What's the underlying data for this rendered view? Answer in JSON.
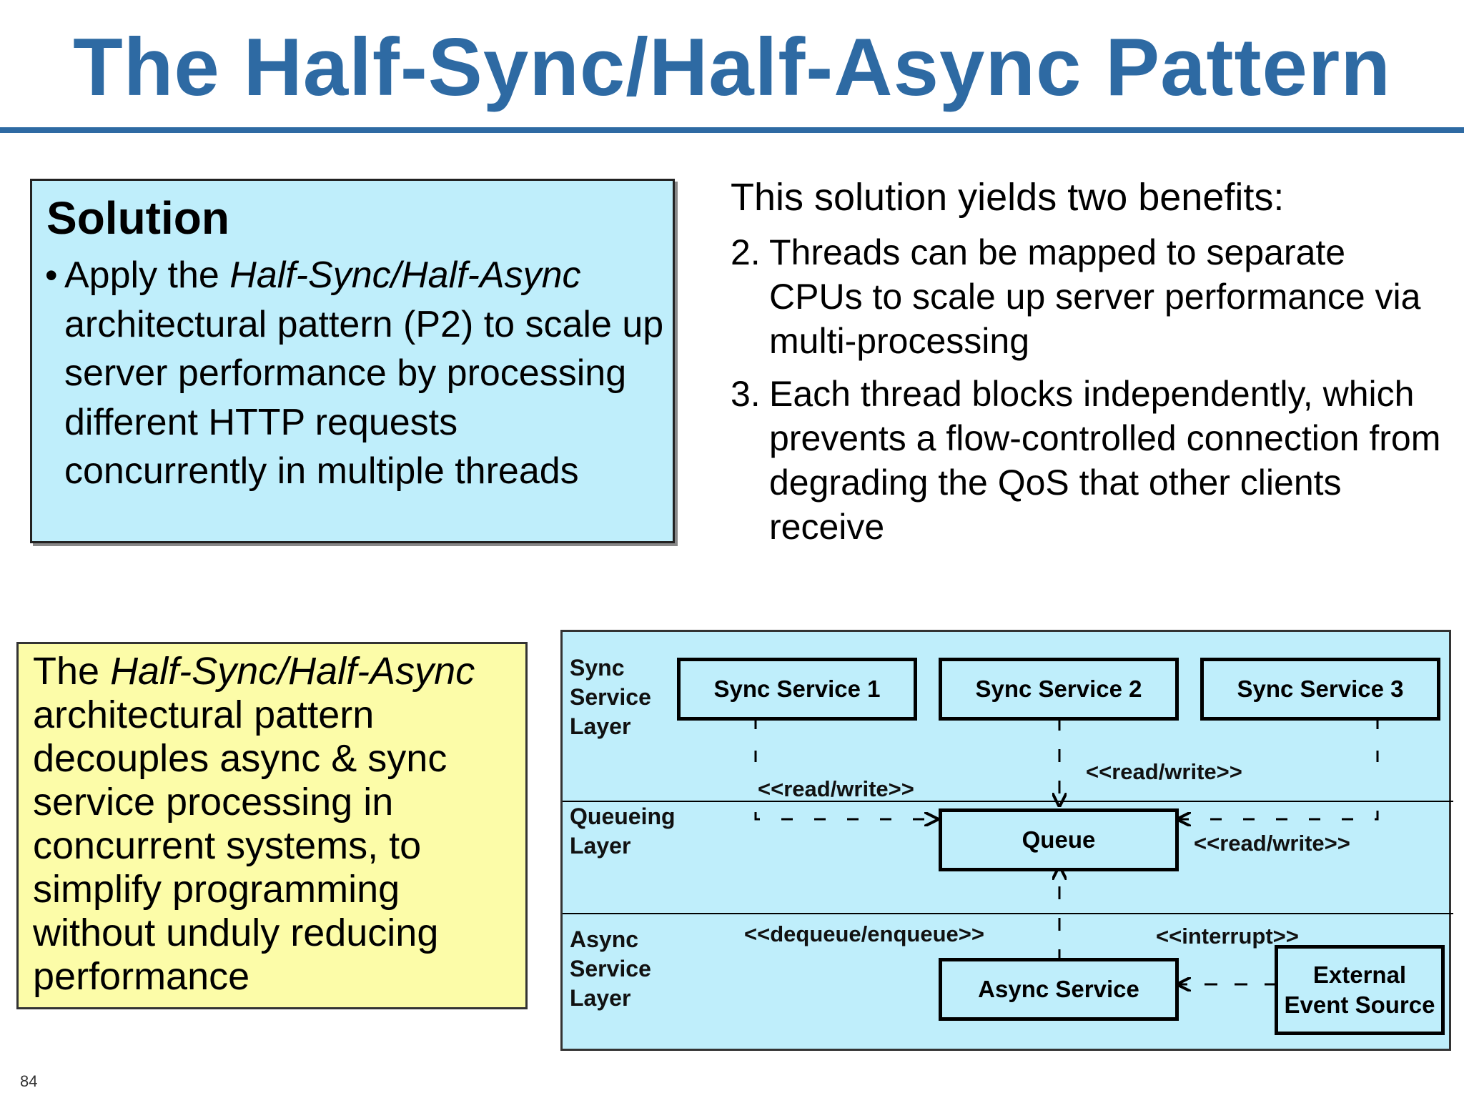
{
  "slide": {
    "title": "The Half-Sync/Half-Async Pattern",
    "page_number": "84"
  },
  "solution": {
    "heading": "Solution",
    "bullet": "•",
    "text_before": "Apply the ",
    "text_italic": "Half-Sync/Half-Async",
    "text_after": " architectural pattern (P2) to scale up server performance by processing different HTTP requests concurrently in multiple threads"
  },
  "benefits": {
    "intro": "This solution yields two benefits:",
    "items": [
      {
        "num": "2.",
        "text": "Threads can be mapped to separate CPUs to scale up server performance via multi-processing"
      },
      {
        "num": "3.",
        "text": "Each thread blocks independently, which prevents a flow-controlled connection from degrading the QoS that other clients receive"
      }
    ]
  },
  "note": {
    "text_before": "The ",
    "text_italic": "Half-Sync/Half-Async",
    "text_after": " architectural pattern decouples async & sync service processing in concurrent systems, to simplify programming without unduly reducing performance"
  },
  "diagram": {
    "layers": {
      "sync": "Sync\nService\nLayer",
      "queueing": "Queueing\nLayer",
      "async": "Async\nService\nLayer"
    },
    "boxes": {
      "sync1": "Sync Service 1",
      "sync2": "Sync Service 2",
      "sync3": "Sync Service 3",
      "queue": "Queue",
      "async_service": "Async Service",
      "external": "External\nEvent Source"
    },
    "stereotypes": {
      "rw_left": "<<read/write>>",
      "rw_center": "<<read/write>>",
      "rw_right": "<<read/write>>",
      "dequeue_enqueue": "<<dequeue/enqueue>>",
      "interrupt": "<<interrupt>>"
    },
    "colors": {
      "background": "#bfeefb",
      "stroke": "#000000"
    }
  },
  "colors": {
    "title": "#2e6aa3",
    "solution_bg": "#bfeefb",
    "note_bg": "#fcfca8"
  }
}
